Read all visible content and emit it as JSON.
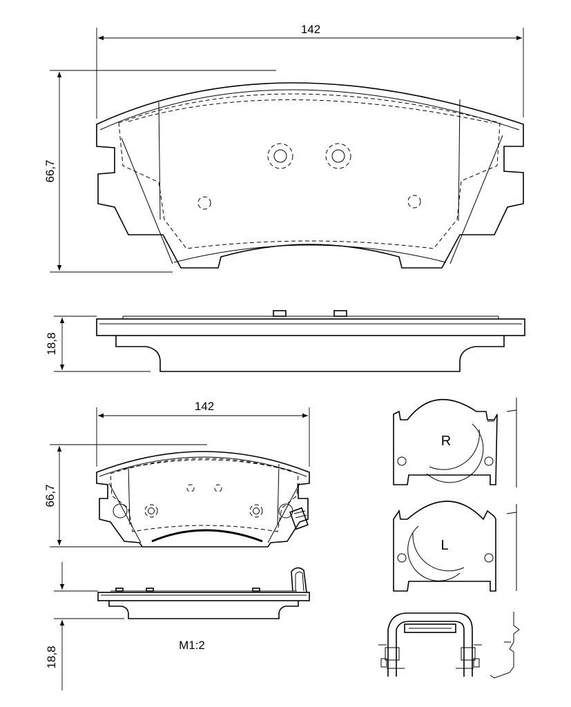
{
  "dimensions": {
    "top_width": "142",
    "top_height": "66,7",
    "top_thickness": "18,8",
    "bottom_width": "142",
    "bottom_height": "66,7",
    "bottom_thickness": "18,8"
  },
  "scale_note": "M1:2",
  "clip_labels": {
    "right": "R",
    "left": "L"
  }
}
